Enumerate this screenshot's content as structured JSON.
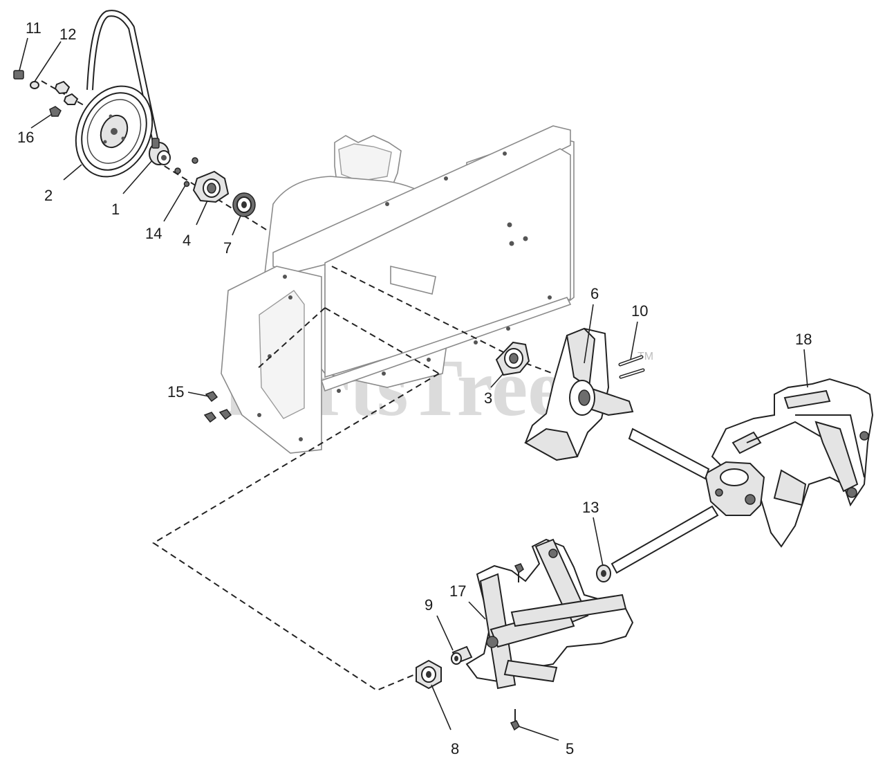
{
  "diagram": {
    "watermark": "PartsTree",
    "watermark_mark": "TM",
    "callouts": [
      {
        "id": "c11",
        "label": "11"
      },
      {
        "id": "c12",
        "label": "12"
      },
      {
        "id": "c16",
        "label": "16"
      },
      {
        "id": "c2",
        "label": "2"
      },
      {
        "id": "c1",
        "label": "1"
      },
      {
        "id": "c14",
        "label": "14"
      },
      {
        "id": "c4",
        "label": "4"
      },
      {
        "id": "c7",
        "label": "7"
      },
      {
        "id": "c6",
        "label": "6"
      },
      {
        "id": "c10",
        "label": "10"
      },
      {
        "id": "c18",
        "label": "18"
      },
      {
        "id": "c15",
        "label": "15"
      },
      {
        "id": "c3",
        "label": "3"
      },
      {
        "id": "c13",
        "label": "13"
      },
      {
        "id": "c17",
        "label": "17"
      },
      {
        "id": "c9",
        "label": "9"
      },
      {
        "id": "c8",
        "label": "8"
      },
      {
        "id": "c5",
        "label": "5"
      }
    ]
  }
}
